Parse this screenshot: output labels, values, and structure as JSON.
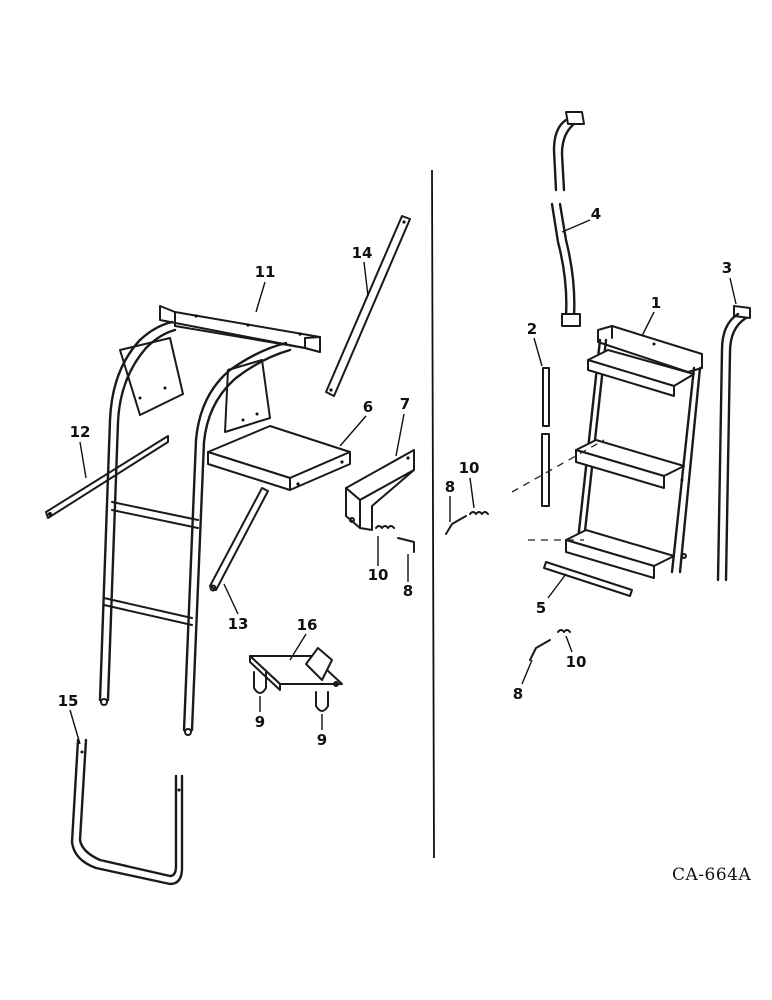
{
  "figure": {
    "drawing_code": "CA-664A",
    "callouts": {
      "c1": "1",
      "c2": "2",
      "c3": "3",
      "c4": "4",
      "c5": "5",
      "c6": "6",
      "c7": "7",
      "c8a": "8",
      "c8b": "8",
      "c8c": "8",
      "c9a": "9",
      "c9b": "9",
      "c10a": "10",
      "c10b": "10",
      "c10c": "10",
      "c11": "11",
      "c12": "12",
      "c13": "13",
      "c14": "14",
      "c15": "15",
      "c16": "16"
    }
  }
}
